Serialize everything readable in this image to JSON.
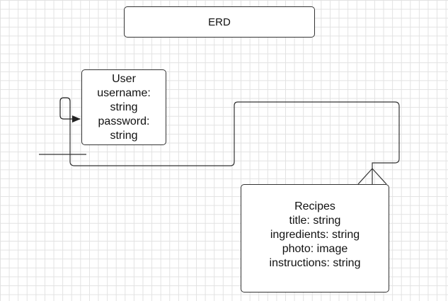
{
  "diagram": {
    "title": "ERD",
    "entities": [
      {
        "name": "User",
        "attributes": [
          "username:",
          "string",
          "password:",
          "string"
        ]
      },
      {
        "name": "Recipes",
        "attributes": [
          "title: string",
          "ingredients: string",
          "photo: image",
          "instructions: string"
        ]
      }
    ],
    "relationship": {
      "from": "User",
      "to": "Recipes",
      "from_end": "one",
      "to_end": "many"
    },
    "colors": {
      "line": "#333333",
      "grid": "#e2e2e2",
      "background": "#ffffff"
    }
  }
}
